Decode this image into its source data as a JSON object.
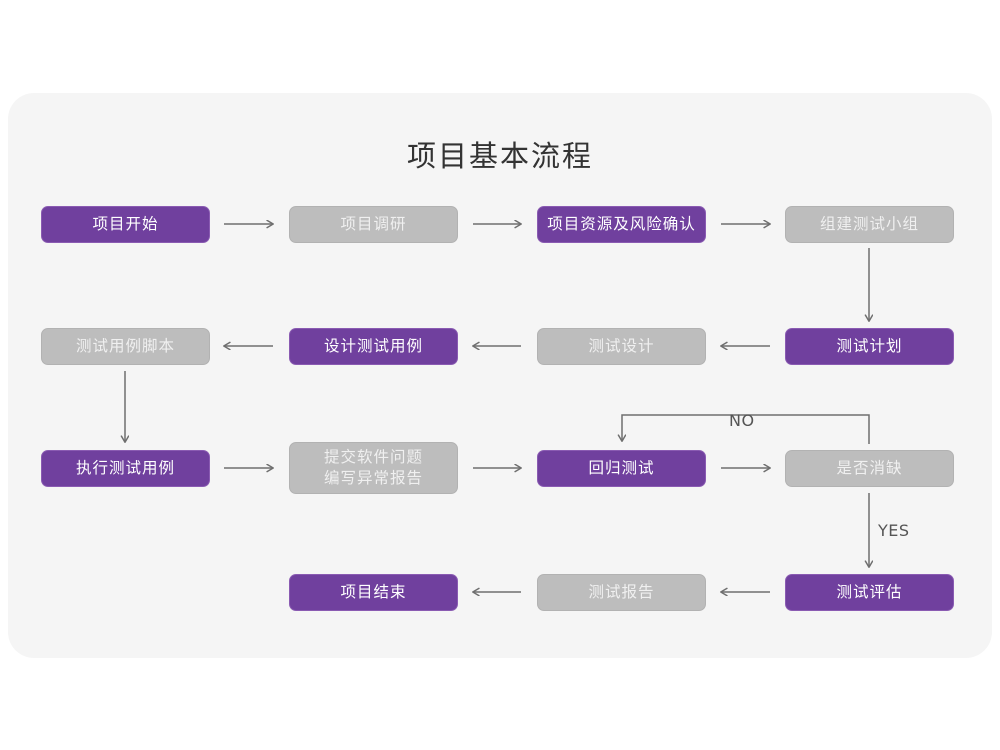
{
  "diagram": {
    "title": "项目基本流程",
    "colors": {
      "canvas": "#ffffff",
      "card": "#f5f5f5",
      "accent_purple": "#70409e",
      "purple_border": "#8a5bb2",
      "muted_gray": "#bdbdbd",
      "gray_border": "#b2b2b2",
      "connector": "#777777",
      "title_text": "#333333"
    },
    "nodes": [
      {
        "id": "n1",
        "label": "项目开始",
        "style": "purple",
        "row": 1,
        "col": 1
      },
      {
        "id": "n2",
        "label": "项目调研",
        "style": "gray",
        "row": 1,
        "col": 2
      },
      {
        "id": "n3",
        "label": "项目资源及风险确认",
        "style": "purple",
        "row": 1,
        "col": 3
      },
      {
        "id": "n4",
        "label": "组建测试小组",
        "style": "gray",
        "row": 1,
        "col": 4
      },
      {
        "id": "n5",
        "label": "测试用例脚本",
        "style": "gray",
        "row": 2,
        "col": 1
      },
      {
        "id": "n6",
        "label": "设计测试用例",
        "style": "purple",
        "row": 2,
        "col": 2
      },
      {
        "id": "n7",
        "label": "测试设计",
        "style": "gray",
        "row": 2,
        "col": 3
      },
      {
        "id": "n8",
        "label": "测试计划",
        "style": "purple",
        "row": 2,
        "col": 4
      },
      {
        "id": "n9",
        "label": "执行测试用例",
        "style": "purple",
        "row": 3,
        "col": 1
      },
      {
        "id": "n10",
        "label": "提交软件问题\n编写异常报告",
        "style": "gray",
        "row": 3,
        "col": 2
      },
      {
        "id": "n11",
        "label": "回归测试",
        "style": "purple",
        "row": 3,
        "col": 3
      },
      {
        "id": "n12",
        "label": "是否消缺",
        "style": "gray",
        "row": 3,
        "col": 4
      },
      {
        "id": "n13",
        "label": "项目结束",
        "style": "purple",
        "row": 4,
        "col": 2
      },
      {
        "id": "n14",
        "label": "测试报告",
        "style": "gray",
        "row": 4,
        "col": 3
      },
      {
        "id": "n15",
        "label": "测试评估",
        "style": "purple",
        "row": 4,
        "col": 4
      }
    ],
    "edge_labels": {
      "no": "NO",
      "yes": "YES"
    }
  }
}
